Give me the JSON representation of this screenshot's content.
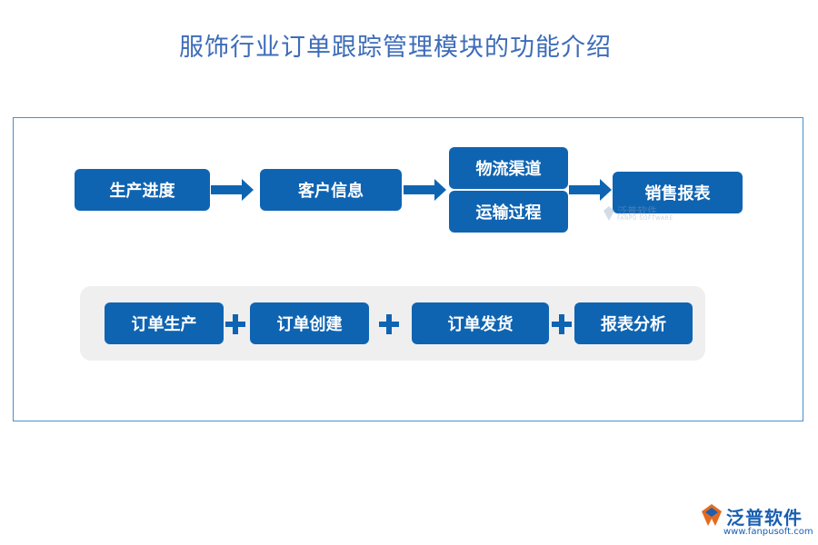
{
  "title": "服饰行业订单跟踪管理模块的功能介绍",
  "flow": {
    "step1": "生产进度",
    "step2": "客户信息",
    "step3a": "物流渠道",
    "step3b": "运输过程",
    "step4": "销售报表"
  },
  "modules": [
    "订单生产",
    "订单创建",
    "订单发货",
    "报表分析"
  ],
  "watermark": {
    "cn": "泛普软件",
    "en": "FANPU SOFTWARE"
  },
  "logo": {
    "name": "泛普软件",
    "url": "www.fanpusoft.com"
  },
  "colors": {
    "box": "#0f64b2",
    "title": "#3d6cb9",
    "panel": "#efefef",
    "frame": "#4a8fd0"
  }
}
